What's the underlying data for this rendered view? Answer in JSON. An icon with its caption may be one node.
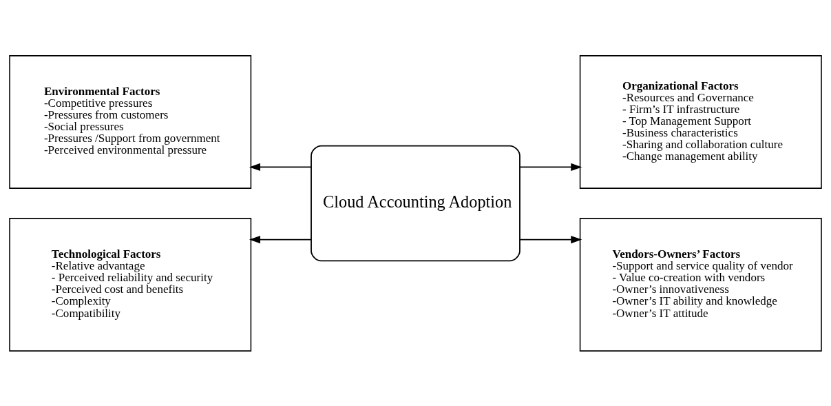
{
  "diagram": {
    "nodes": [
      {
        "text": [
          "Environmental Factors",
          "-Competitive pressures",
          "-Pressures from customers",
          "-Social pressures",
          "-Pressures /Support from government",
          "-Perceived environmental pressure"
        ]
      },
      {
        "text": [
          "Organizational Factors",
          "-Resources and Governance",
          "- Firm’s IT infrastructure",
          "- Top Management Support",
          "-Business characteristics",
          "-Sharing and collaboration culture",
          "-Change management ability"
        ]
      },
      {
        "text": [
          "Cloud Accounting Adoption"
        ]
      },
      {
        "text": [
          "Technological Factors",
          "-Relative advantage",
          "- Perceived reliability and security",
          "-Perceived cost and benefits",
          "-Complexity",
          "-Compatibility"
        ]
      },
      {
        "text": [
          "Vendors-Owners’ Factors",
          "-Support and service quality of vendor",
          "- Value co-creation with vendors",
          "-Owner’s innovativeness",
          "-Owner’s IT ability and knowledge",
          "-Owner’s IT attitude"
        ]
      }
    ],
    "edges": [
      {
        "from": 2,
        "to": 0,
        "arrow": "to"
      },
      {
        "from": 2,
        "to": 1,
        "arrow": "to"
      },
      {
        "from": 2,
        "to": 3,
        "arrow": "to"
      },
      {
        "from": 2,
        "to": 4,
        "arrow": "to"
      }
    ]
  }
}
